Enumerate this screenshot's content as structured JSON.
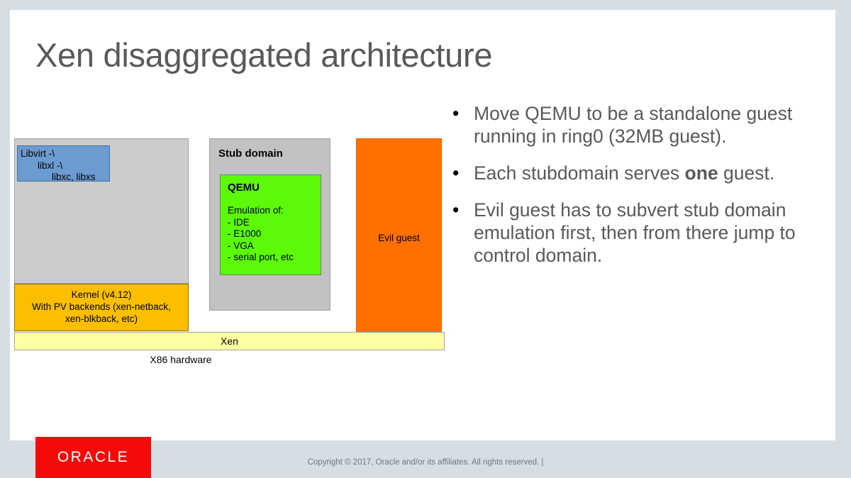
{
  "slide": {
    "title": "Xen disaggregated architecture"
  },
  "diagram": {
    "control_domain": {
      "libvirt_line1": "Libvirt -\\",
      "libvirt_line2": "libxl -\\",
      "libvirt_line3": "libxc, libxs",
      "kernel_line1": "Kernel (v4.12)",
      "kernel_line2": "With PV backends (xen-netback,",
      "kernel_line3": "xen-blkback, etc)",
      "box_color": "#cccccc",
      "libvirt_color": "#6c9bd2",
      "kernel_color": "#fbbf00"
    },
    "stub_domain": {
      "title": "Stub domain",
      "qemu_title": "QEMU",
      "qemu_lines": [
        "Emulation of:",
        "- IDE",
        "- E1000",
        "- VGA",
        "- serial port, etc"
      ],
      "box_color": "#c2c2c2",
      "qemu_color": "#5cfa09"
    },
    "evil_guest": {
      "label": "Evil guest",
      "color": "#ff7000"
    },
    "xen_bar": {
      "label": "Xen",
      "color": "#ffffa3"
    },
    "hardware_label": "X86 hardware"
  },
  "bullets": [
    {
      "pre": "Move QEMU to be a standalone guest running in ring0 (32MB guest).",
      "bold": "",
      "post": ""
    },
    {
      "pre": "Each stubdomain serves ",
      "bold": "one",
      "post": " guest."
    },
    {
      "pre": "Evil guest has to subvert stub domain emulation first, then from there jump to control domain.",
      "bold": "",
      "post": ""
    }
  ],
  "footer": {
    "logo_text": "ORACLE",
    "logo_color": "#f50a0a",
    "copyright": "Copyright © 2017, Oracle and/or its affiliates. All rights reserved.  |"
  }
}
